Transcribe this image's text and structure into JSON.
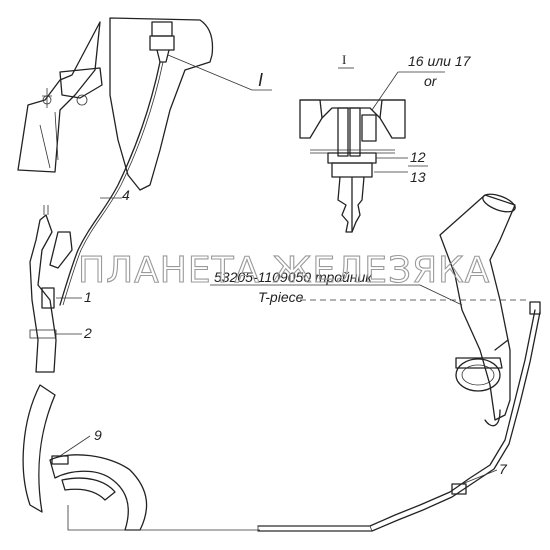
{
  "labels": {
    "view_mark": "I",
    "detail_mark": "I",
    "part_16_17": "16 или 17",
    "or": "or",
    "part_12": "12",
    "part_13": "13",
    "part_4": "4",
    "part_1": "1",
    "part_2": "2",
    "part_9": "9",
    "part_7": "7",
    "tee_part_number": "53205-1109050 тройник",
    "tee_english": "T-piece"
  },
  "watermark": "ПЛАНЕТА ЖЕЛЕЗЯКА"
}
